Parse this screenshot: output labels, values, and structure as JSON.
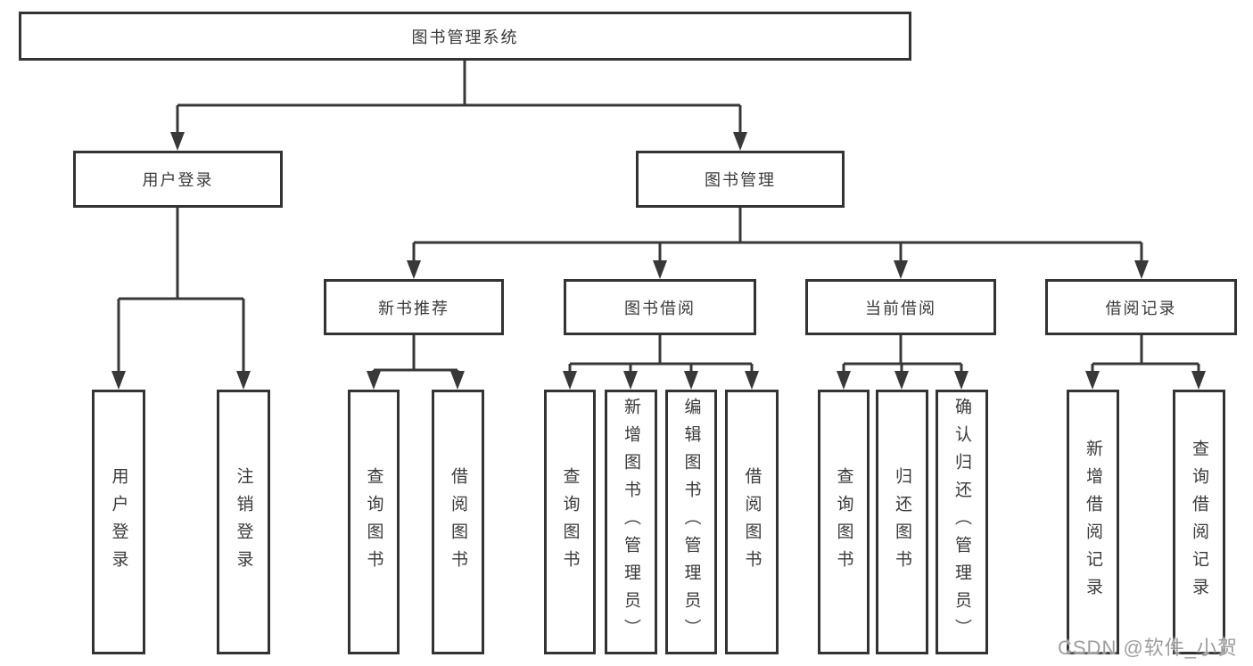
{
  "tree": {
    "root": {
      "label": "图书管理系统"
    },
    "branches": [
      {
        "label": "用户登录",
        "children": [
          {
            "label": "用户登录"
          },
          {
            "label": "注销登录"
          }
        ]
      },
      {
        "label": "图书管理",
        "children": [
          {
            "label": "新书推荐",
            "children": [
              {
                "label": "查询图书"
              },
              {
                "label": "借阅图书"
              }
            ]
          },
          {
            "label": "图书借阅",
            "children": [
              {
                "label": "查询图书"
              },
              {
                "label": "新增图书（管理员）"
              },
              {
                "label": "编辑图书（管理员）"
              },
              {
                "label": "借阅图书"
              }
            ]
          },
          {
            "label": "当前借阅",
            "children": [
              {
                "label": "查询图书"
              },
              {
                "label": "归还图书"
              },
              {
                "label": "确认归还（管理员）"
              }
            ]
          },
          {
            "label": "借阅记录",
            "children": [
              {
                "label": "新增借阅记录"
              },
              {
                "label": "查询借阅记录"
              }
            ]
          }
        ]
      }
    ]
  },
  "watermark": {
    "text": "CSDN @软件_小贺同学"
  },
  "colors": {
    "line": "#383838",
    "box_border": "#333333",
    "text": "#3a3a3a",
    "watermark": "#9e9e9e",
    "background": "#ffffff"
  }
}
